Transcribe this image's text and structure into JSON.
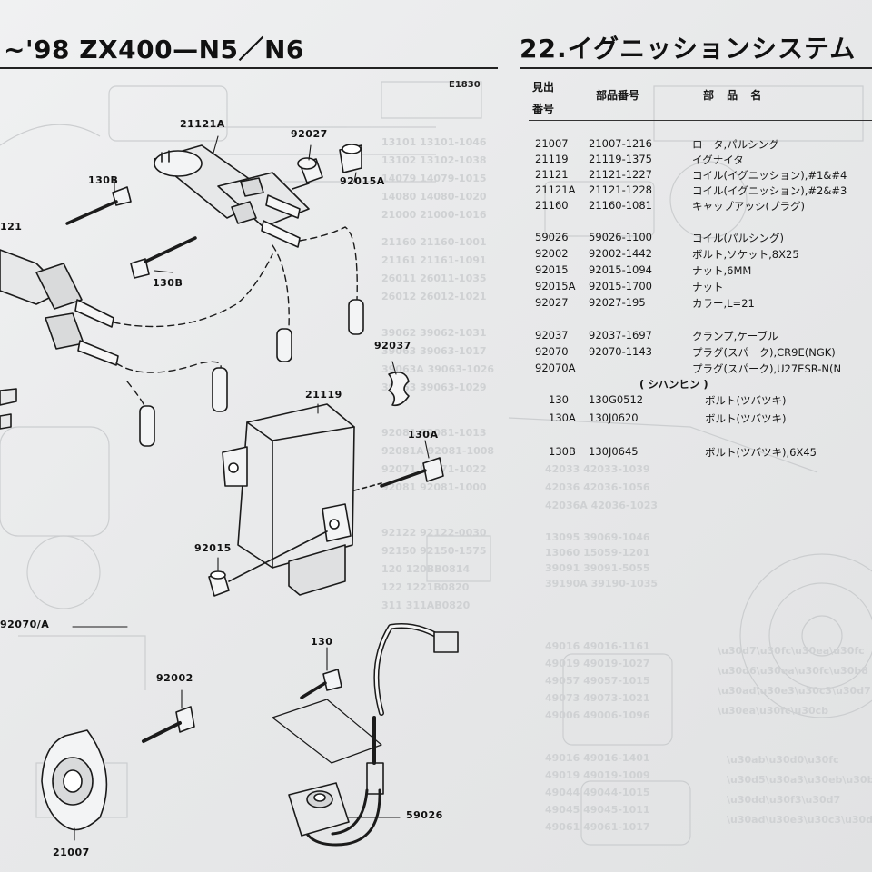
{
  "header": {
    "model": "~'98 ZX400—N5／N6",
    "section_title": "22.イグニッションシステム",
    "figure_code": "E1830"
  },
  "table": {
    "col_no_line1": "見出",
    "col_no_line2": "番号",
    "col_part": "部品番号",
    "col_name": "部 品 名",
    "rows": [
      {
        "ref": "21007",
        "part": "21007-1216",
        "name": "ロータ,パルシング"
      },
      {
        "ref": "21119",
        "part": "21119-1375",
        "name": "イグナイタ"
      },
      {
        "ref": "21121",
        "part": "21121-1227",
        "name": "コイル(イグニッション),#1&#4"
      },
      {
        "ref": "21121A",
        "part": "21121-1228",
        "name": "コイル(イグニッション),#2&#3"
      },
      {
        "ref": "21160",
        "part": "21160-1081",
        "name": "キャップアッシ(プラグ)"
      },
      {
        "ref": "59026",
        "part": "59026-1100",
        "name": "コイル(パルシング)"
      },
      {
        "ref": "92002",
        "part": "92002-1442",
        "name": "ボルト,ソケット,8X25"
      },
      {
        "ref": "92015",
        "part": "92015-1094",
        "name": "ナット,6MM"
      },
      {
        "ref": "92015A",
        "part": "92015-1700",
        "name": "ナット"
      },
      {
        "ref": "92027",
        "part": "92027-195",
        "name": "カラー,L=21"
      },
      {
        "ref": "92037",
        "part": "92037-1697",
        "name": "クランプ,ケーブル"
      },
      {
        "ref": "92070",
        "part": "92070-1143",
        "name": "プラグ(スパーク),CR9E(NGK)"
      },
      {
        "ref": "92070A",
        "part": "",
        "name": "プラグ(スパーク),U27ESR-N(N"
      }
    ],
    "std_parts_heading": "( シハンヒン )",
    "std_rows": [
      {
        "ref": "130",
        "part": "130G0512",
        "name": "ボルト(ツバツキ)"
      },
      {
        "ref": "130A",
        "part": "130J0620",
        "name": "ボルト(ツバツキ)"
      },
      {
        "ref": "130B",
        "part": "130J0645",
        "name": "ボルト(ツバツキ),6X45"
      }
    ]
  },
  "callouts": {
    "c21121A": "21121A",
    "c92027": "92027",
    "c92015A": "92015A",
    "c130B_top": "130B",
    "c130B_mid": "130B",
    "c121": "121",
    "c92037": "92037",
    "c21119": "21119",
    "c130A": "130A",
    "c92015": "92015",
    "c92070A": "92070/A",
    "c130": "130",
    "c92002": "92002",
    "c59026": "59026",
    "c21007": "21007"
  }
}
